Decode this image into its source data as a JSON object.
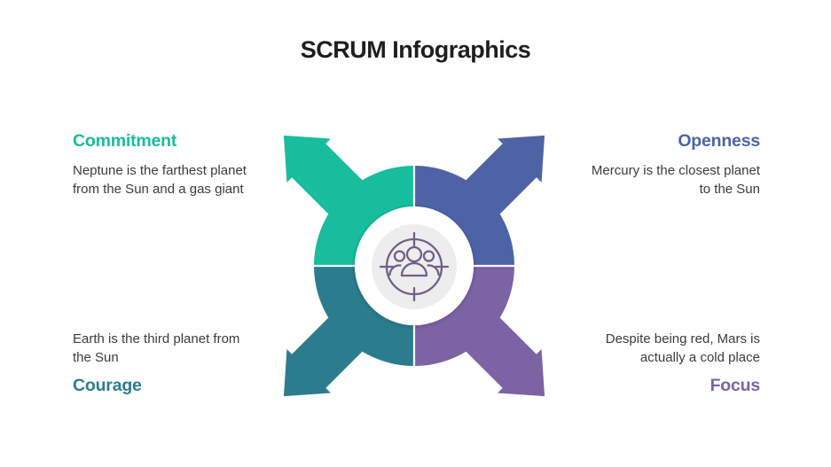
{
  "title": "SCRUM Infographics",
  "palette": {
    "background": "#FFFFFF",
    "title_color": "#1E1E1E",
    "body_color": "#3B3B3B",
    "inner_circle": "#EDEDED",
    "center_circle": "#FFFFFF",
    "icon_stroke": "#6E6189"
  },
  "quadrants": {
    "top_left": {
      "heading": "Commitment",
      "body": "Neptune is the farthest planet\nfrom the Sun and a gas giant",
      "color": "#17BD9D"
    },
    "top_right": {
      "heading": "Openness",
      "body": "Mercury is the closest planet\nto the Sun",
      "color": "#4D63A6"
    },
    "bottom_left": {
      "heading": "Courage",
      "body": "Earth is the third planet from\nthe Sun",
      "color": "#2B7D8E"
    },
    "bottom_right": {
      "heading": "Focus",
      "body": "Despite being red, Mars is\nactually a cold place",
      "color": "#7B63A4"
    }
  },
  "center_icon": "team-target-icon"
}
